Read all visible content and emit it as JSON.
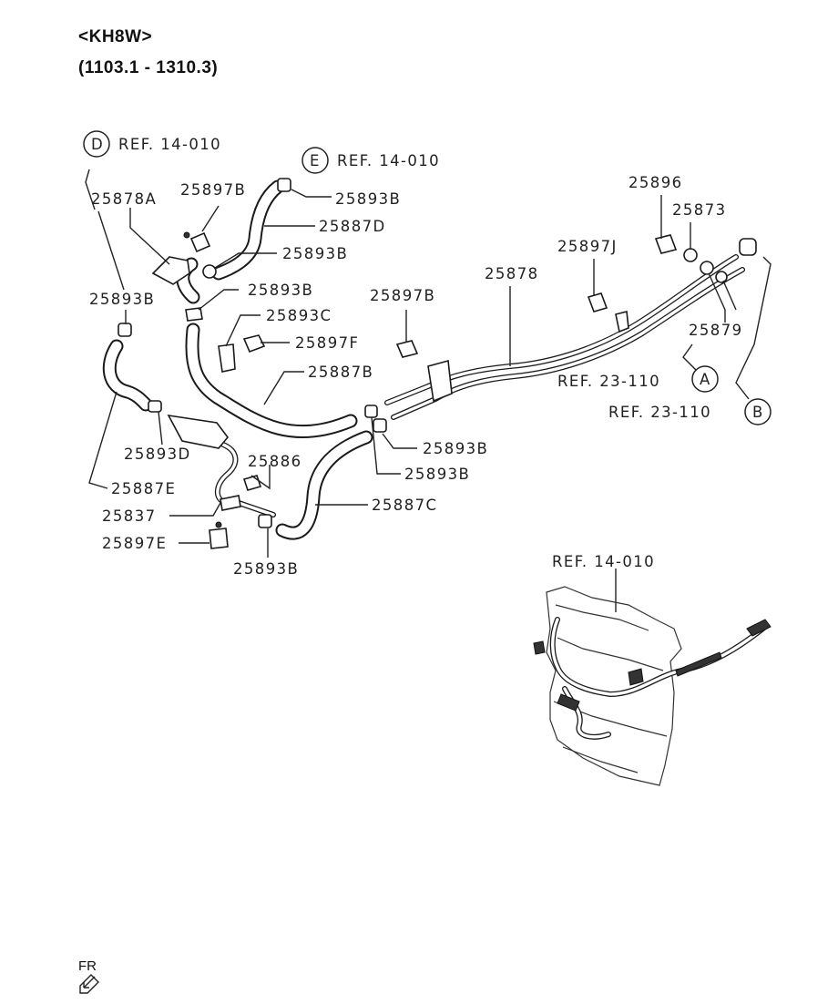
{
  "header": {
    "model": "<KH8W>",
    "range": "(1103.1 - 1310.3)"
  },
  "refs": {
    "D": {
      "letter": "D",
      "text": "REF. 14-010"
    },
    "E": {
      "letter": "E",
      "text": "REF. 14-010"
    },
    "A": {
      "letter": "A",
      "text": "REF. 23-110"
    },
    "B": {
      "letter": "B",
      "text": "REF. 23-110"
    },
    "inset": {
      "text": "REF. 14-010"
    }
  },
  "parts": [
    "25878A",
    "25897B",
    "25893B",
    "25887D",
    "25893B",
    "25893B",
    "25893B",
    "25893C",
    "25897F",
    "25897B",
    "25887B",
    "25878",
    "25897J",
    "25896",
    "25873",
    "25879",
    "25893B",
    "25893B",
    "25887C",
    "25893D",
    "25887E",
    "25886",
    "25837",
    "25897E",
    "25893B"
  ],
  "footer": {
    "direction": "FR"
  }
}
